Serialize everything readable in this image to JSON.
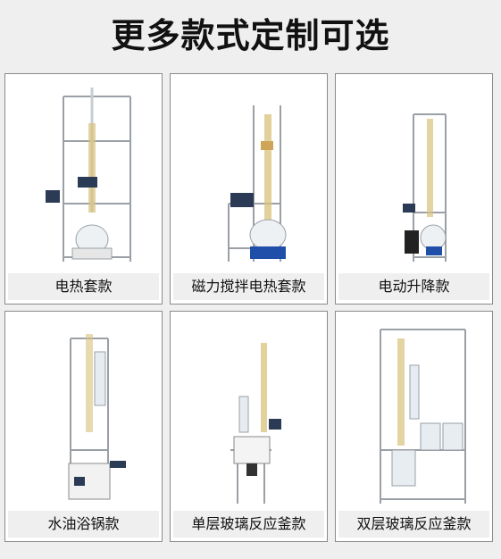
{
  "headline": "更多款式定制可选",
  "products": [
    {
      "label": "电热套款",
      "icon": "heating-mantle-reactor-image"
    },
    {
      "label": "磁力搅拌电热套款",
      "icon": "magnetic-stirring-heating-mantle-image"
    },
    {
      "label": "电动升降款",
      "icon": "electric-lifting-reactor-image"
    },
    {
      "label": "水油浴锅款",
      "icon": "water-oil-bath-reactor-image"
    },
    {
      "label": "单层玻璃反应釜款",
      "icon": "single-layer-glass-reactor-image"
    },
    {
      "label": "双层玻璃反应釜款",
      "icon": "double-layer-glass-reactor-image"
    }
  ],
  "colors": {
    "background": "#efefef",
    "card_border": "#8a8a8a",
    "label_bg": "#efefef",
    "text": "#111111"
  }
}
